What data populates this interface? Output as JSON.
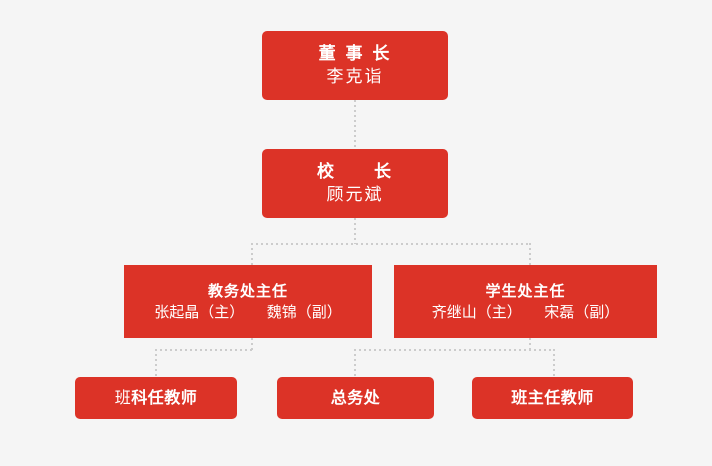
{
  "chart": {
    "type": "org-chart",
    "background_color": "#f5f5f5",
    "node_color": "#dc3327",
    "node_text_color": "#ffffff",
    "connector_color": "#cccccc",
    "connector_style": "dotted",
    "levels": 4
  },
  "nodes": {
    "chairman": {
      "id": "chairman",
      "title": "董 事 长",
      "subtitle": "李克诣",
      "level": 1
    },
    "principal": {
      "id": "principal",
      "title": "校　　长",
      "subtitle": "顾元斌",
      "level": 2
    },
    "academic_affairs": {
      "id": "academic-affairs-director",
      "title": "教务处主任",
      "subtitle": "张起晶（主）　　魏锦（副）",
      "level": 3
    },
    "student_affairs": {
      "id": "student-affairs-director",
      "title": "学生处主任",
      "subtitle": "齐继山（主）　　宋磊（副）",
      "level": 3
    },
    "subject_teacher": {
      "id": "subject-teacher",
      "title_lead": "班",
      "title_rest": "科任教师",
      "title": "班科任教师",
      "level": 4
    },
    "general_affairs": {
      "id": "general-affairs-office",
      "title": "总务处",
      "level": 4
    },
    "class_teacher": {
      "id": "class-teacher",
      "title": "班主任教师",
      "level": 4
    }
  },
  "edges": [
    {
      "from": "chairman",
      "to": "principal"
    },
    {
      "from": "principal",
      "to": "academic_affairs"
    },
    {
      "from": "principal",
      "to": "student_affairs"
    },
    {
      "from": "academic_affairs",
      "to": "subject_teacher"
    },
    {
      "from": "student_affairs",
      "to": "general_affairs"
    },
    {
      "from": "student_affairs",
      "to": "class_teacher"
    }
  ]
}
